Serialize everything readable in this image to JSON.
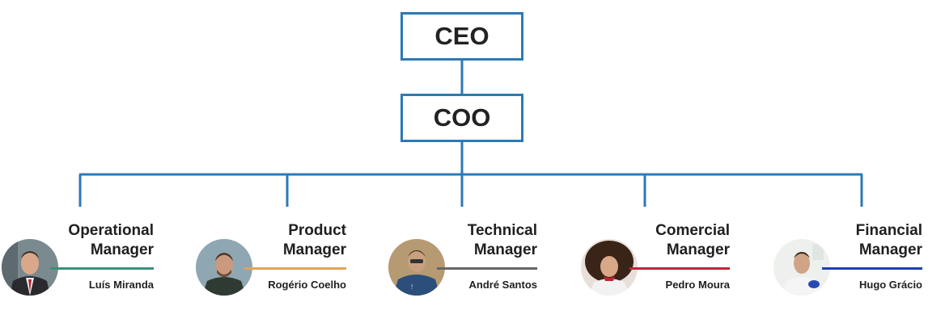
{
  "ceo": {
    "label": "CEO"
  },
  "coo": {
    "label": "COO"
  },
  "managers": [
    {
      "title1": "Operational",
      "title2": "Manager",
      "name": "Luís Miranda",
      "accent": "#3a8f7c"
    },
    {
      "title1": "Product",
      "title2": "Manager",
      "name": "Rogério Coelho",
      "accent": "#e0a35a"
    },
    {
      "title1": "Technical",
      "title2": "Manager",
      "name": "André Santos",
      "accent": "#666666"
    },
    {
      "title1": "Comercial",
      "title2": "Manager",
      "name": "Pedro Moura",
      "accent": "#c0243a"
    },
    {
      "title1": "Financial",
      "title2": "Manager",
      "name": "Hugo Grácio",
      "accent": "#1f3fb0"
    }
  ],
  "colors": {
    "connector": "#2c7ab5"
  }
}
